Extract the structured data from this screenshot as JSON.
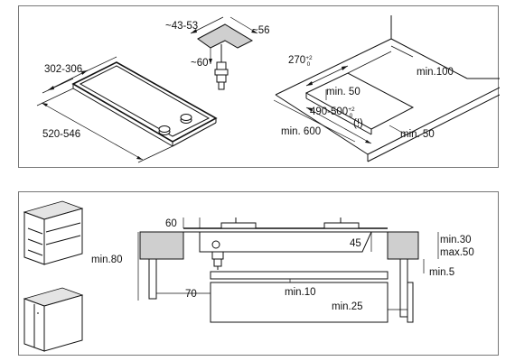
{
  "top": {
    "hob": {
      "width": "302-306",
      "depth": "520-546"
    },
    "connector": {
      "angle_a": "~43-53",
      "angle_b": "~56",
      "drop": "~60"
    },
    "cutout": {
      "front": "270",
      "front_tol_plus": "+2",
      "front_tol_minus": "0",
      "depth": "490-500",
      "depth_tol_plus": "+2",
      "depth_tol_minus": "0",
      "warning": "(!)",
      "min_wall": "min.100",
      "min_front": "min. 50",
      "min_back": "min. 600",
      "min_side": "min. 50"
    }
  },
  "bottom": {
    "min_height": "min.80",
    "frame_gap": "60",
    "tray_depth": "45",
    "top_thickness": "min.30",
    "top_thickness_max": "max.50",
    "clearance_side": "min.5",
    "drawer_gap": "70",
    "shelf_gap": "min.10",
    "back_gap": "min.25"
  }
}
